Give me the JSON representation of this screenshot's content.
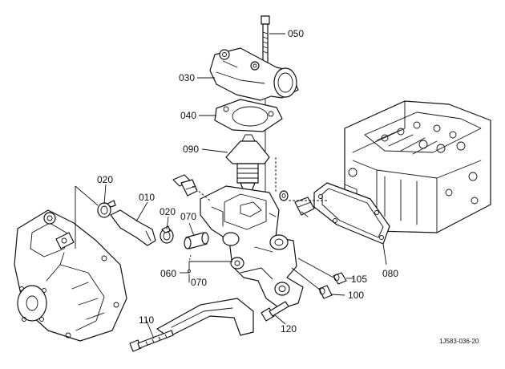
{
  "callouts": {
    "c050": "050",
    "c030": "030",
    "c040": "040",
    "c090": "090",
    "c020a": "020",
    "c010": "010",
    "c020b": "020",
    "c070a": "070",
    "c060": "060",
    "c070b": "070",
    "c105": "105",
    "c080": "080",
    "c100": "100",
    "c110": "110",
    "c120": "120"
  },
  "drawing_ref": "1J583-036-20"
}
